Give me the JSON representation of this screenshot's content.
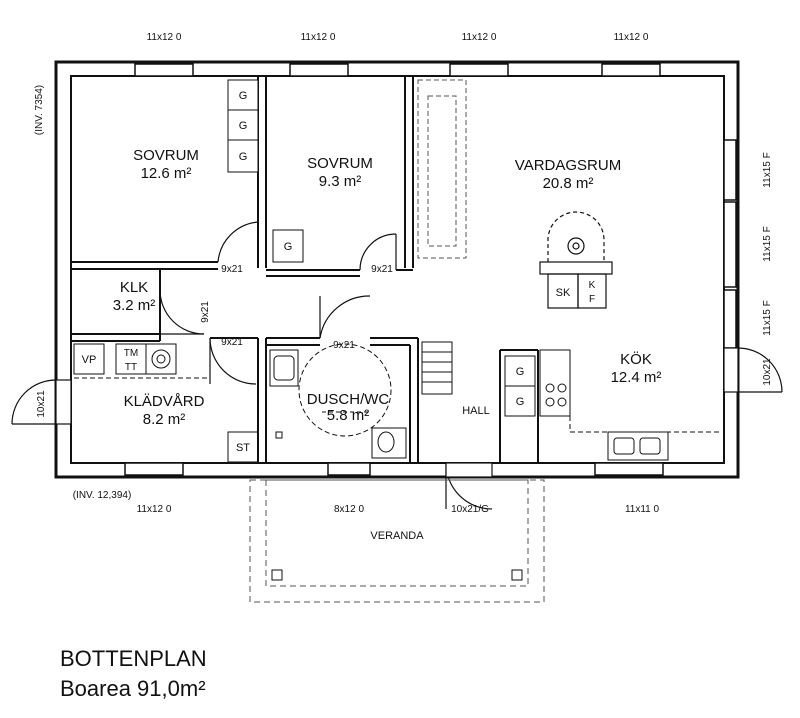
{
  "plan": {
    "title": "BOTTENPLAN",
    "subtitle": "Boarea  91,0m²",
    "inv_left": "(INV. 7354)",
    "inv_bottom": "(INV. 12,394)"
  },
  "rooms": {
    "sovrum1": {
      "name": "SOVRUM",
      "area": "12.6  m²"
    },
    "sovrum2": {
      "name": "SOVRUM",
      "area": "9.3  m²"
    },
    "vardagsrum": {
      "name": "VARDAGSRUM",
      "area": "20.8  m²"
    },
    "klk": {
      "name": "KLK",
      "area": "3.2  m²"
    },
    "kladvard": {
      "name": "KLÄDVÅRD",
      "area": "8.2  m²"
    },
    "dusch": {
      "name": "DUSCH/WC",
      "area": "5.8  m²"
    },
    "kok": {
      "name": "KÖK",
      "area": "12.4  m²"
    },
    "hall": {
      "name": "HALL"
    },
    "veranda": {
      "name": "VERANDA"
    }
  },
  "windows": {
    "top1": "11x12 0",
    "top2": "11x12 0",
    "top3": "11x12 0",
    "top4": "11x12 0",
    "right1": "11x15 F",
    "right2": "11x15 F",
    "right3": "11x15 F",
    "bottom1": "11x12 0",
    "bottom2": "8x12 0",
    "bottom3": "11x11 0"
  },
  "doors": {
    "d1": "9x21",
    "d2": "9x21",
    "d3": "9x21",
    "d4": "9x21",
    "d5": "9x21",
    "left": "10x21",
    "right": "10x21",
    "front": "10x21/G"
  },
  "fixtures": {
    "g": "G",
    "vp": "VP",
    "tm": "TM",
    "tt": "TT",
    "st": "ST",
    "sk": "SK",
    "k": "K",
    "f": "F"
  }
}
